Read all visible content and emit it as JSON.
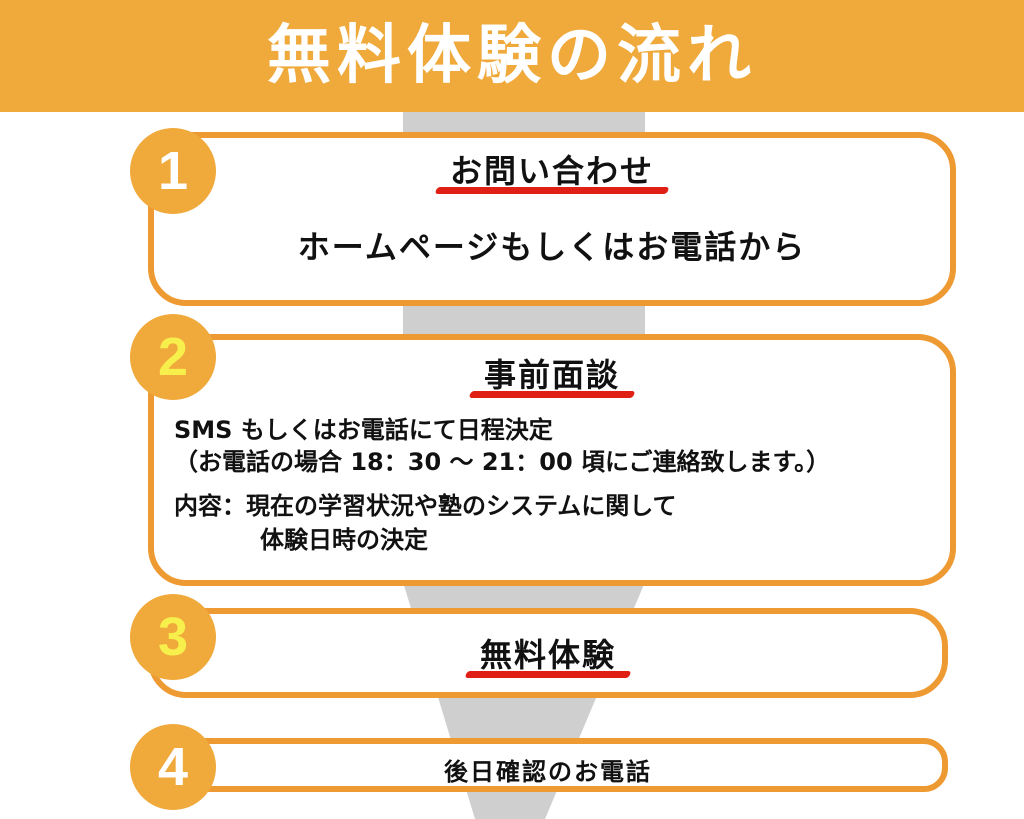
{
  "header": {
    "title": "無料体験の流れ"
  },
  "steps": [
    {
      "number": "1",
      "heading": "お問い合わせ",
      "text": "ホームページもしくはお電話から"
    },
    {
      "number": "2",
      "heading": "事前面談",
      "lines": [
        "SMS もしくはお電話にて日程決定",
        "（お電話の場合 18：30 ～ 21：00 頃にご連絡致します。）",
        "内容：現在の学習状況や塾のシステムに関して",
        "体験日時の決定"
      ]
    },
    {
      "number": "3",
      "heading": "無料体験"
    },
    {
      "number": "4",
      "heading": "後日確認のお電話"
    }
  ],
  "colors": {
    "orange": "#f0a93b",
    "border": "#ee9a33",
    "gray": "#cfcfcf",
    "red_underline": "#e02015",
    "yellow_number": "#f7ef4c"
  }
}
